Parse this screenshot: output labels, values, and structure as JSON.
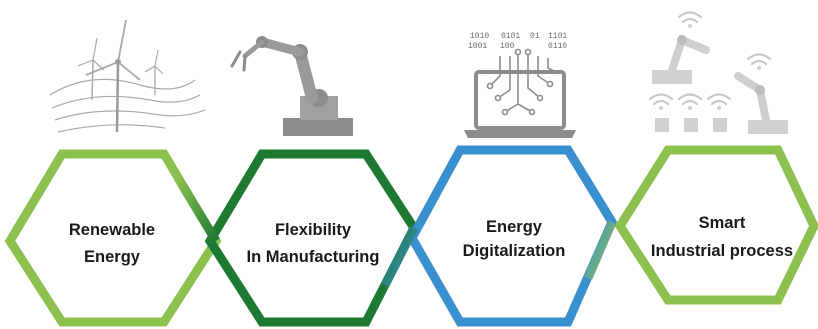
{
  "stages": [
    {
      "label_line1": "Renewable",
      "label_line2": "Energy",
      "color": "#8cc14f",
      "icon": "wind-turbines-icon"
    },
    {
      "label_line1": "Flexibility",
      "label_line2": "In Manufacturing",
      "color": "#1e7a33",
      "icon": "robot-arm-icon"
    },
    {
      "label_line1": "Energy",
      "label_line2": "Digitalization",
      "color": "#3a8fcf",
      "icon": "laptop-circuit-icon"
    },
    {
      "label_line1": "Smart",
      "label_line2": "Industrial process",
      "color": "#8cc14f",
      "icon": "smart-robots-wifi-icon"
    }
  ],
  "binary": {
    "row1": [
      "1010",
      "0101",
      "01",
      "1101"
    ],
    "row2": [
      "1001",
      "100",
      "0110"
    ]
  }
}
